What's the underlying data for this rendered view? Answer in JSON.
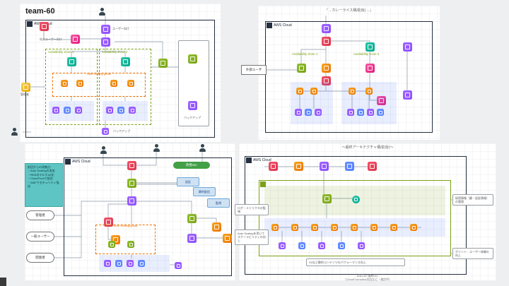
{
  "colors": {
    "accent_orange": "#ED7100",
    "accent_red": "#DD344C",
    "accent_purple": "#8C4FFF",
    "accent_pink": "#E7157B",
    "accent_green": "#7AA116",
    "accent_teal": "#01A88D",
    "accent_blue": "#527FFF",
    "accent_navy": "#232F3E",
    "accent_yellow": "#E8A800",
    "sticky_teal": "#5FC4C4",
    "pill_green": "#43A047"
  },
  "panel_tl": {
    "title": "team-60",
    "aws_cloud": "AWS Cloud",
    "az1": "Availability Zone 1",
    "az2": "Availability Zone 2",
    "asg": "Auto Scaling group",
    "top_label_1": "社内ユーザー向け",
    "top_label_2": "ユーザー向け",
    "admin_label": "管理者",
    "backup_label_1": "バックアップ",
    "backup_label_2": "バックアップ"
  },
  "panel_tr": {
    "header": "「→カレーライス構成(仮)→」",
    "aws_cloud": "AWS Cloud",
    "external_user": "外部ユーザ",
    "az1": "Availability Zone 1",
    "az2": "Availability Zone 2"
  },
  "panel_bl": {
    "aws_cloud": "AWS Cloud",
    "pill": "改善ver.",
    "note": "前回からの改善点：\n・Auto Scalingの追加\n・RDSのマルチAZ化\n・CloudFrontで配信\n・WAFでセキュリティ強化",
    "actor1": "管理者",
    "actor2": "一般ユーザー",
    "actor3": "開発者",
    "asg": "Auto Scaling group",
    "callout1": "認証",
    "callout2": "静的配信",
    "callout3": "監視"
  },
  "panel_br": {
    "header": "〜最終アーキテクチャ構成(仮)〜",
    "aws_cloud": "AWS Cloud",
    "note_left_1": "ログ・メトリクスの監視",
    "note_left_2": "Auto Scalingを用いてスケーラビリティの向上",
    "note_right_1": "秘密情報（鍵・認証情報）の管理",
    "note_right_2": "ポイント：ユーザー体験の向上",
    "note_bottom": "S3など静的コンテンツのパフォーマンス向上",
    "caption": "team-60 最終ver.\n（CloudFormation対応など・検討中）"
  }
}
